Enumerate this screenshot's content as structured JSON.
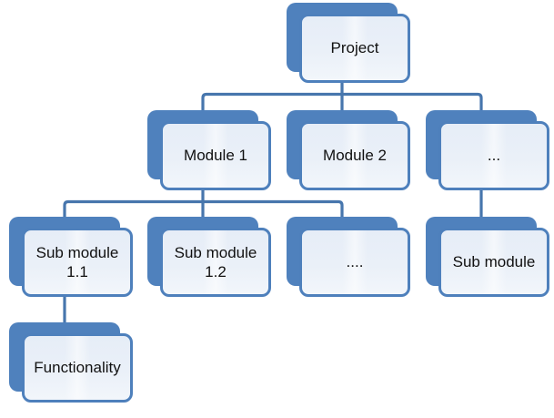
{
  "diagram": {
    "type": "hierarchy",
    "background": "#FFFFFF",
    "colors": {
      "node_back": "#4F81BD",
      "node_border": "#4E80BC",
      "node_fill": "#EAF0F8",
      "connector": "#4776AD",
      "text": "#111111"
    },
    "nodes": {
      "project": {
        "label": "Project"
      },
      "module1": {
        "label": "Module 1"
      },
      "module2": {
        "label": "Module 2"
      },
      "module_more": {
        "label": "..."
      },
      "submodule11": {
        "label": "Sub module 1.1"
      },
      "submodule12": {
        "label": "Sub module 1.2"
      },
      "submodule_more": {
        "label": "...."
      },
      "submodule_right": {
        "label": "Sub module"
      },
      "functionality": {
        "label": "Functionality"
      }
    },
    "edges": [
      {
        "from": "project",
        "to": "module1"
      },
      {
        "from": "project",
        "to": "module2"
      },
      {
        "from": "project",
        "to": "module_more"
      },
      {
        "from": "module1",
        "to": "submodule11"
      },
      {
        "from": "module1",
        "to": "submodule12"
      },
      {
        "from": "module1",
        "to": "submodule_more"
      },
      {
        "from": "module_more",
        "to": "submodule_right"
      },
      {
        "from": "submodule11",
        "to": "functionality"
      }
    ]
  }
}
